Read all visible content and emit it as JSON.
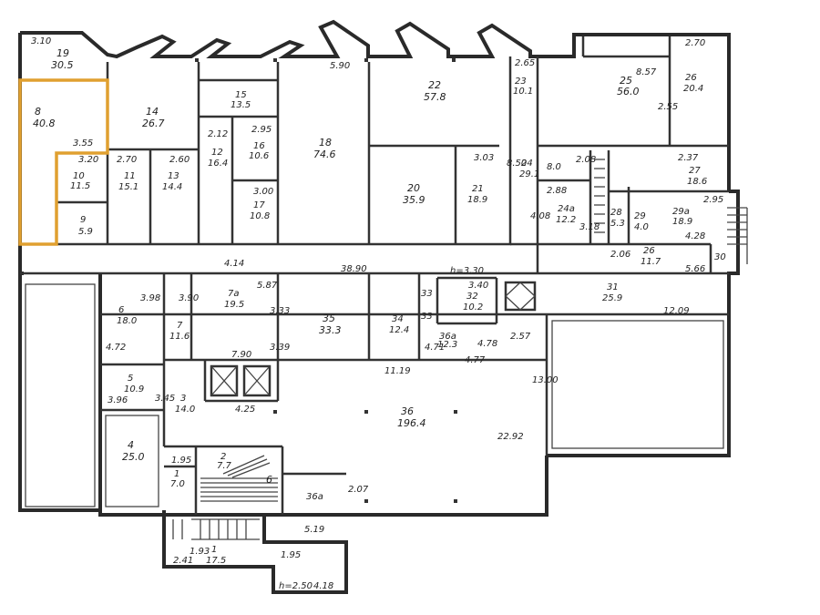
{
  "highlight_color": "#e0a030",
  "rooms": [
    {
      "id": "19",
      "num": "19",
      "area": "30.5"
    },
    {
      "id": "8",
      "num": "8",
      "area": "40.8"
    },
    {
      "id": "10",
      "num": "10",
      "area": "11.5"
    },
    {
      "id": "9",
      "num": "9",
      "area": "5.9"
    },
    {
      "id": "11",
      "num": "11",
      "area": "15.1"
    },
    {
      "id": "13",
      "num": "13",
      "area": "14.4"
    },
    {
      "id": "14",
      "num": "14",
      "area": "26.7"
    },
    {
      "id": "15",
      "num": "15",
      "area": "13.5"
    },
    {
      "id": "12",
      "num": "12",
      "area": "16.4"
    },
    {
      "id": "16",
      "num": "16",
      "area": "10.6"
    },
    {
      "id": "17",
      "num": "17",
      "area": "10.8"
    },
    {
      "id": "18",
      "num": "18",
      "area": "74.6"
    },
    {
      "id": "22",
      "num": "22",
      "area": "57.8"
    },
    {
      "id": "20",
      "num": "20",
      "area": "35.9"
    },
    {
      "id": "21",
      "num": "21",
      "area": "18.9"
    },
    {
      "id": "23",
      "num": "23",
      "area": "10.1"
    },
    {
      "id": "24",
      "num": "24",
      "area": "29.1"
    },
    {
      "id": "24a",
      "num": "24a",
      "area": "12.2"
    },
    {
      "id": "28",
      "num": "28",
      "area": "5.3"
    },
    {
      "id": "29",
      "num": "29",
      "area": "4.0"
    },
    {
      "id": "25",
      "num": "25",
      "area": "56.0"
    },
    {
      "id": "26",
      "num": "26",
      "area": "20.4"
    },
    {
      "id": "27",
      "num": "27",
      "area": "18.6"
    },
    {
      "id": "29a",
      "num": "29a",
      "area": "18.9"
    },
    {
      "id": "26b",
      "num": "26",
      "area": "11.7"
    },
    {
      "id": "30",
      "num": "30",
      "area": ""
    },
    {
      "id": "31",
      "num": "31",
      "area": "25.9"
    },
    {
      "id": "32",
      "num": "32",
      "area": "10.2"
    },
    {
      "id": "33",
      "num": "33",
      "area": ""
    },
    {
      "id": "7a",
      "num": "7a",
      "area": "19.5"
    },
    {
      "id": "35",
      "num": "35",
      "area": "33.3"
    },
    {
      "id": "34",
      "num": "34",
      "area": "12.4"
    },
    {
      "id": "36a",
      "num": "36a",
      "area": "12.3"
    },
    {
      "id": "36",
      "num": "36",
      "area": "196.4"
    },
    {
      "id": "6",
      "num": "6",
      "area": "18.0"
    },
    {
      "id": "7",
      "num": "7",
      "area": "11.6"
    },
    {
      "id": "5",
      "num": "5",
      "area": "10.9"
    },
    {
      "id": "3",
      "num": "3",
      "area": "14.0"
    },
    {
      "id": "4",
      "num": "4",
      "area": "25.0"
    },
    {
      "id": "2",
      "num": "2",
      "area": "7.7"
    },
    {
      "id": "1",
      "num": "1",
      "area": "7.0"
    },
    {
      "id": "1b",
      "num": "1",
      "area": "17.5"
    },
    {
      "id": "36b",
      "num": "36a",
      "area": ""
    },
    {
      "id": "b6",
      "num": "6",
      "area": ""
    }
  ],
  "dims": {
    "d310": "3.10",
    "d590": "5.90",
    "d265": "2.65",
    "d270a": "2.70",
    "d857": "8.57",
    "d355": "3.55",
    "d320": "3.20",
    "d270b": "2.70",
    "d260": "2.60",
    "d212": "2.12",
    "d295": "2.95",
    "d300": "3.00",
    "d303": "3.03",
    "d850": "8.50",
    "d80": "8.0",
    "d208": "2.08",
    "d237": "2.37",
    "d288": "2.88",
    "d318": "3.18",
    "d408": "4.08",
    "d255": "2.55",
    "d295b": "2.95",
    "d428": "4.28",
    "d206": "2.06",
    "d566": "5.66",
    "d414": "4.14",
    "d587": "5.87",
    "d3890": "38.90",
    "dh330": "h=3.30",
    "d340": "3.40",
    "d398": "3.98",
    "d390": "3.90",
    "d333": "3.33",
    "d3390": "3.39",
    "d790": "7.90",
    "d1119": "11.19",
    "d471": "4.71",
    "d478": "4.78",
    "d477": "4.77",
    "d257": "2.57",
    "d1300": "13.00",
    "d1209": "12.09",
    "d2292": "22.92",
    "d472": "4.72",
    "d396": "3.96",
    "d345": "3.45",
    "d425": "4.25",
    "d195": "1.95",
    "d207": "2.07",
    "d519": "5.19",
    "d241": "2.41",
    "d193": "1.93",
    "d195b": "1.95",
    "dh250": "h=2.50",
    "d418": "4.18",
    "d33": "33"
  }
}
